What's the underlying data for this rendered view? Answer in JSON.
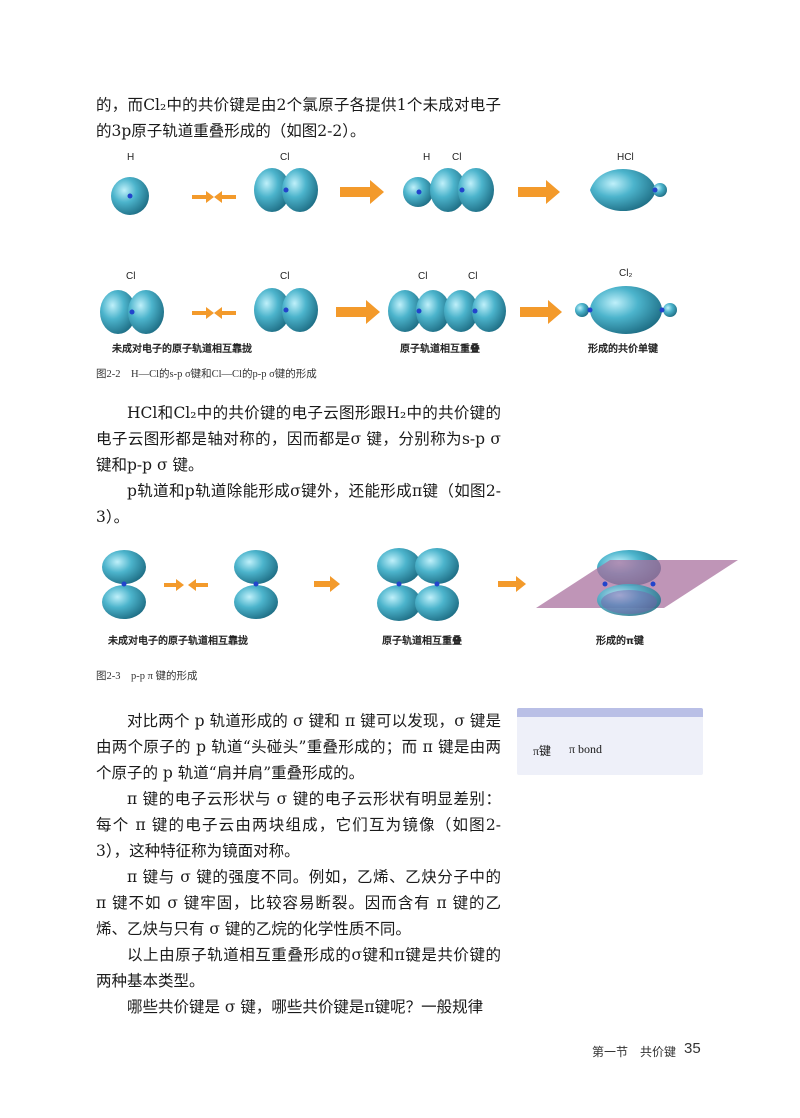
{
  "text": {
    "p1": "的，而Cl₂中的共价键是由2个氯原子各提供1个未成对电子的3p原子轨道重叠形成的（如图2-2）。",
    "p2": "HCl和Cl₂中的共价键的电子云图形跟H₂中的共价键的电子云图形都是轴对称的，因而都是σ 键，分别称为s-p σ 键和p-p σ 键。",
    "p3": "p轨道和p轨道除能形成σ键外，还能形成π键（如图2-3）。",
    "p4": "对比两个 p 轨道形成的 σ 键和 π 键可以发现，σ 键是由两个原子的 p 轨道“头碰头”重叠形成的；而 π 键是由两个原子的 p 轨道“肩并肩”重叠形成的。",
    "p5": "π 键的电子云形状与 σ 键的电子云形状有明显差别：每个 π 键的电子云由两块组成，它们互为镜像（如图2-3），这种特征称为镜面对称。",
    "p6": "π 键与 σ 键的强度不同。例如，乙烯、乙炔分子中的 π 键不如 σ 键牢固，比较容易断裂。因而含有 π 键的乙烯、乙炔与只有 σ 键的乙烷的化学性质不同。",
    "p7": "以上由原子轨道相互重叠形成的σ键和π键是共价键的两种基本类型。",
    "p8": "哪些共价键是 σ 键，哪些共价键是π键呢？一般规律"
  },
  "figure_2_2": {
    "row1_labels": {
      "h": "H",
      "cl": "Cl",
      "h_pair": "H",
      "cl_pair": "Cl",
      "hcl": "HCl"
    },
    "row2_labels": {
      "cl_a": "Cl",
      "cl_b": "Cl",
      "cl_c": "Cl",
      "cl_d": "Cl",
      "cl2": "Cl₂"
    },
    "stage_labels": {
      "repel": "未成对电子的原子轨道相互靠拢",
      "overlap": "原子轨道相互重叠",
      "result": "形成的共价单键"
    },
    "caption": "图2-2　H—Cl的s-p σ键和Cl—Cl的p-p σ键的形成"
  },
  "figure_2_3": {
    "stage_labels": {
      "repel": "未成对电子的原子轨道相互靠拢",
      "overlap": "原子轨道相互重叠",
      "result": "形成的π键"
    },
    "caption": "图2-3　p-p π 键的形成"
  },
  "sidebox": {
    "term_cn": "π键",
    "term_en": "π bond"
  },
  "footer": {
    "section": "第一节　共价键",
    "page": "35"
  },
  "colors": {
    "orbital": "#3fa8c2",
    "arrow": "#f39a2b",
    "plane": "#a9729f",
    "sidebox_top": "#b9bfe6"
  }
}
